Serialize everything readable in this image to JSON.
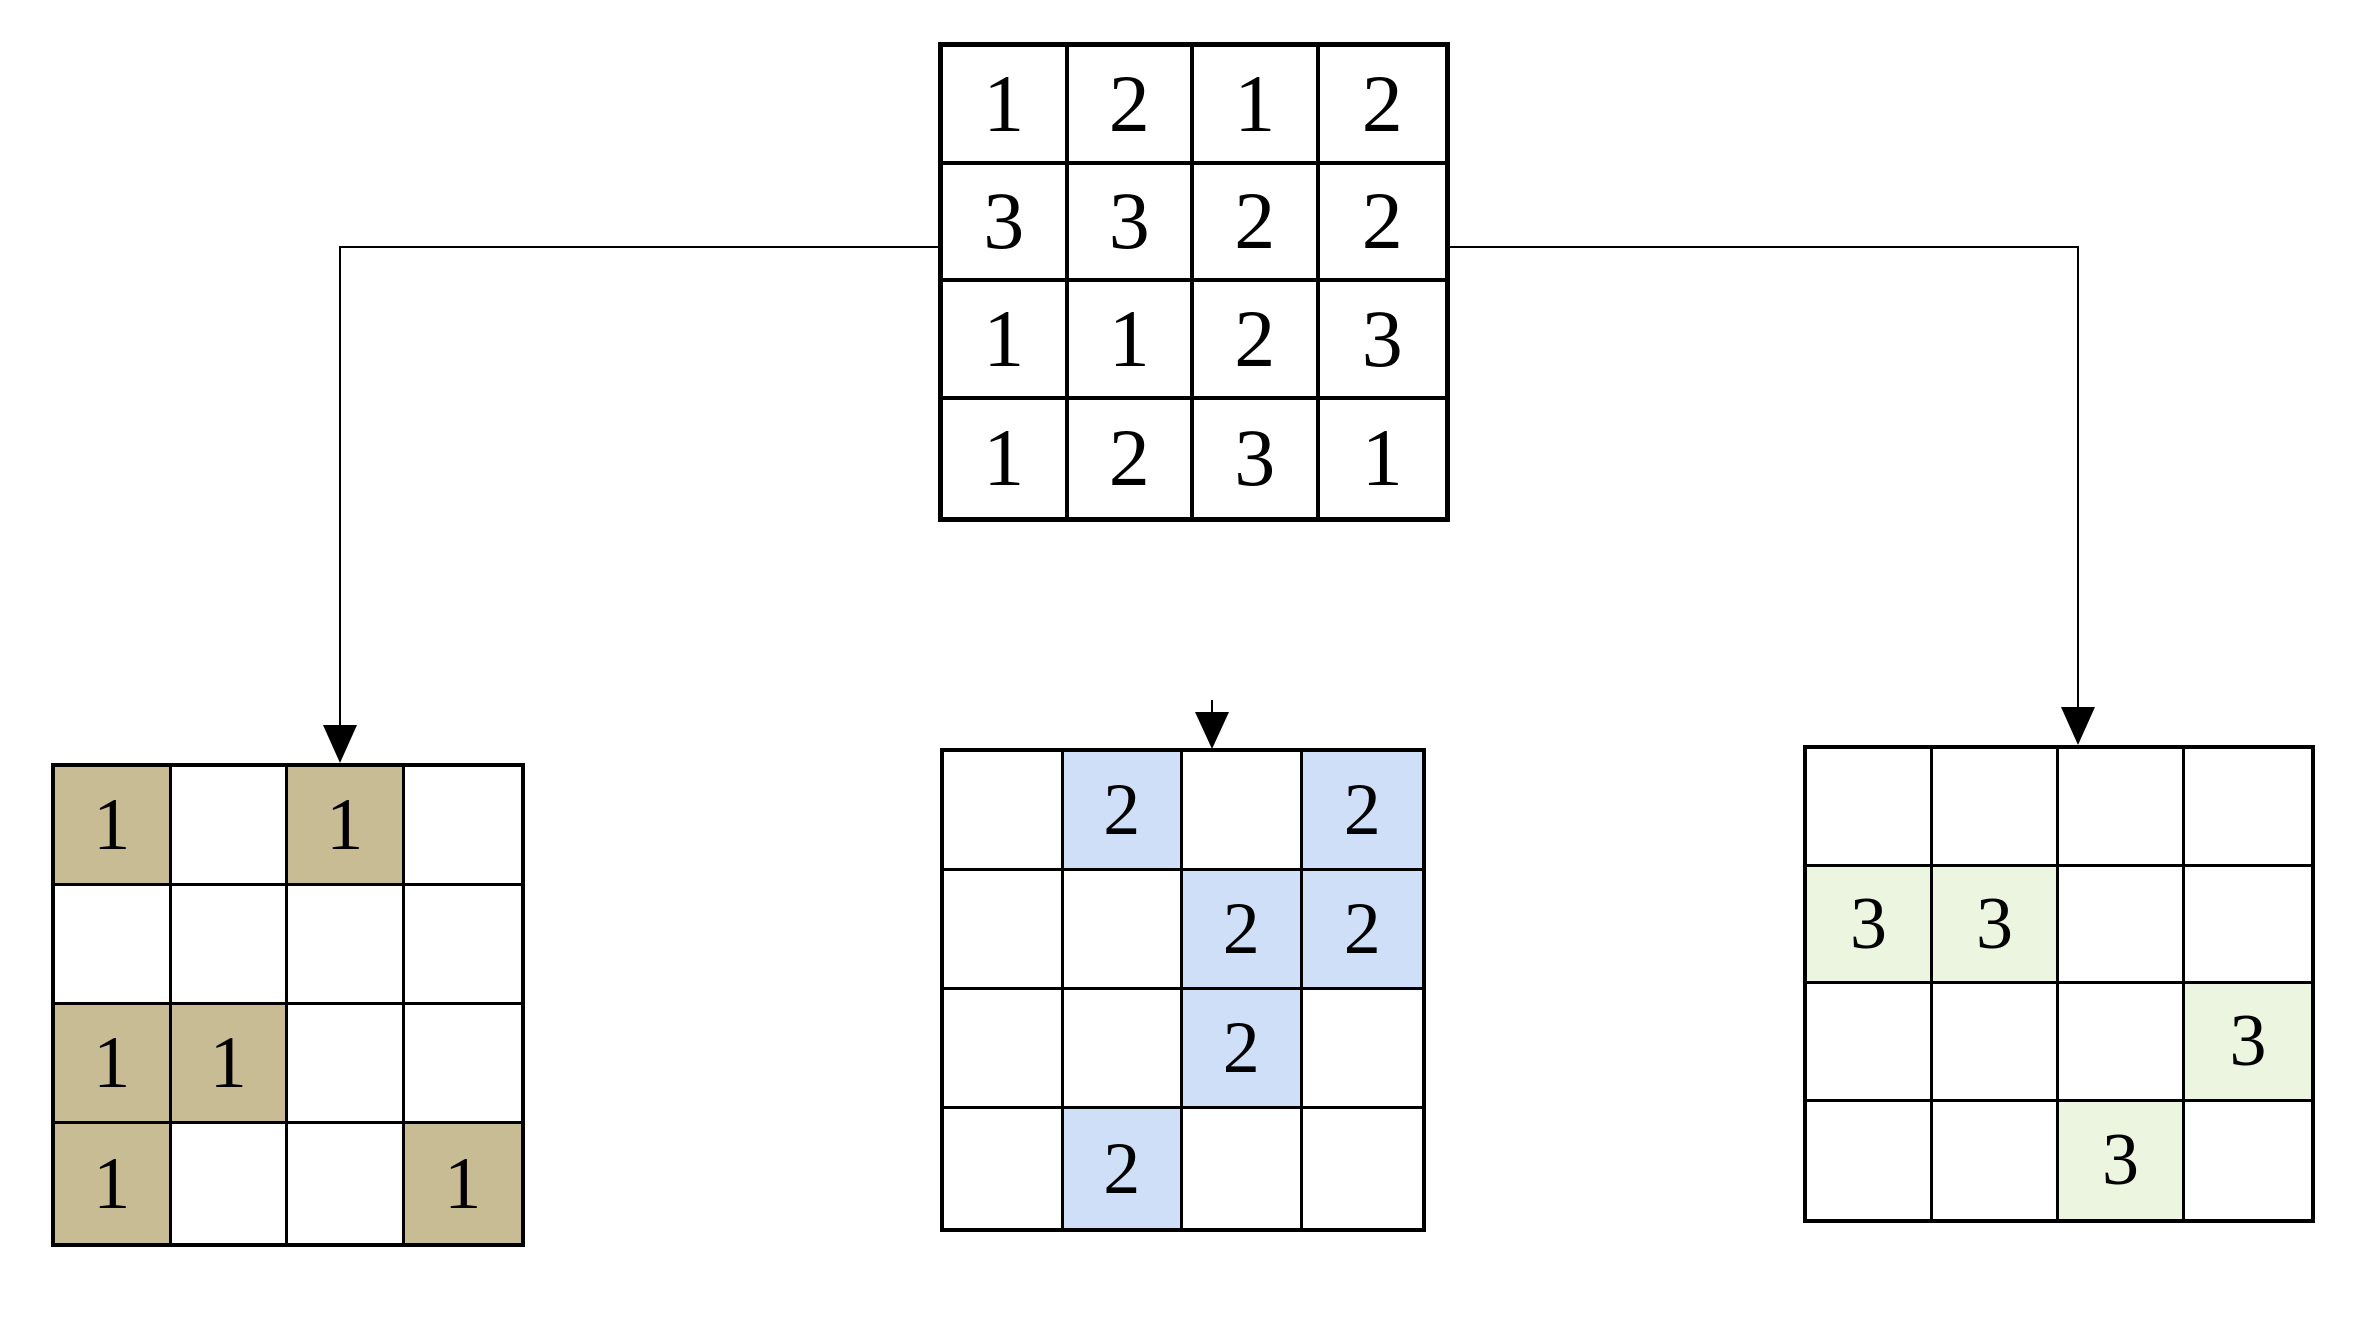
{
  "colors": {
    "background": "#ffffff",
    "grid_line": "#000000",
    "digit": "#000000",
    "highlight_ones": "#c8bc95",
    "highlight_twos": "#cfdff7",
    "highlight_threes": "#ebf5df"
  },
  "source_grid": {
    "name": "source-grid",
    "rows": [
      [
        "1",
        "2",
        "1",
        "2"
      ],
      [
        "3",
        "3",
        "2",
        "2"
      ],
      [
        "1",
        "1",
        "2",
        "3"
      ],
      [
        "1",
        "2",
        "3",
        "1"
      ]
    ]
  },
  "decomposed_grids": [
    {
      "name": "ones-grid",
      "digit": "1",
      "highlight_color": "#c8bc95",
      "rows": [
        [
          "1",
          "",
          "1",
          ""
        ],
        [
          "",
          "",
          "",
          ""
        ],
        [
          "1",
          "1",
          "",
          ""
        ],
        [
          "1",
          "",
          "",
          "1"
        ]
      ]
    },
    {
      "name": "twos-grid",
      "digit": "2",
      "highlight_color": "#cfdff7",
      "rows": [
        [
          "",
          "2",
          "",
          "2"
        ],
        [
          "",
          "",
          "2",
          "2"
        ],
        [
          "",
          "",
          "2",
          ""
        ],
        [
          "",
          "2",
          "",
          ""
        ]
      ]
    },
    {
      "name": "threes-grid",
      "digit": "3",
      "highlight_color": "#ebf5df",
      "rows": [
        [
          "",
          "",
          "",
          ""
        ],
        [
          "3",
          "3",
          "",
          ""
        ],
        [
          "",
          "",
          "",
          "3"
        ],
        [
          "",
          "",
          "3",
          ""
        ]
      ]
    }
  ],
  "connectors": [
    {
      "from": "source-grid",
      "to": "ones-grid",
      "style": "elbow-line-with-arrowhead"
    },
    {
      "from": "source-grid",
      "to": "twos-grid",
      "style": "arrowhead-only"
    },
    {
      "from": "source-grid",
      "to": "threes-grid",
      "style": "elbow-line-with-arrowhead"
    }
  ]
}
